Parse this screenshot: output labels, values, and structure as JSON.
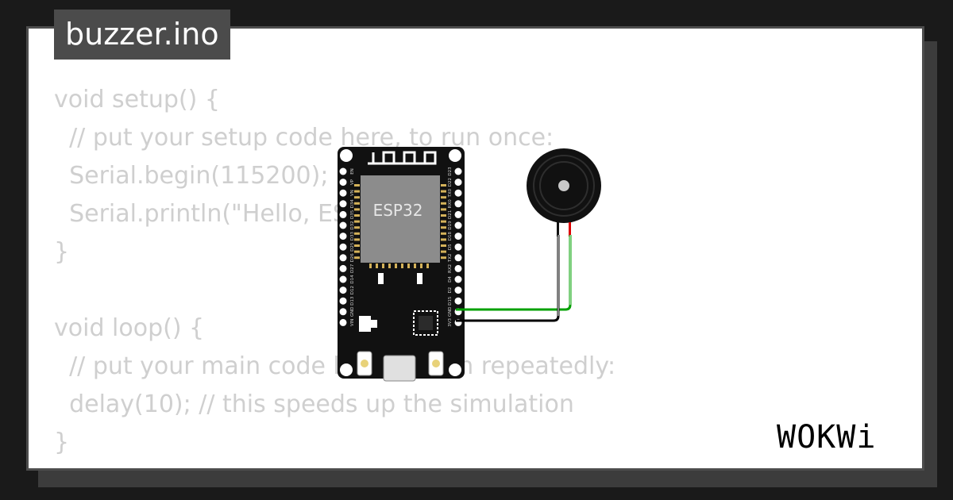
{
  "file_title": "buzzer.ino",
  "code_lines": [
    "void setup() {",
    "  // put your setup code here, to run once:",
    "  Serial.begin(115200);",
    "  Serial.println(\"Hello, ESP32!\");",
    "}",
    "",
    "void loop() {",
    "  // put your main code here, to run repeatedly:",
    "  delay(10); // this speeds up the simulation",
    "}"
  ],
  "board": {
    "chip_label": "ESP32",
    "left_pins": [
      "EN",
      "VP",
      "VN",
      "D34",
      "D35",
      "D32",
      "D33",
      "D25",
      "D26",
      "D27",
      "D14",
      "D12",
      "D13",
      "GND",
      "VIN"
    ],
    "right_pins": [
      "D23",
      "D22",
      "TX0",
      "RX0",
      "D21",
      "D19",
      "D18",
      "D5",
      "TX2",
      "RX2",
      "D4",
      "D2",
      "D15",
      "GND",
      "3V3"
    ]
  },
  "wires": [
    {
      "color": "#00a000"
    },
    {
      "color": "#000000"
    },
    {
      "color": "#dd0000"
    }
  ],
  "logo_text": "WOKWi"
}
